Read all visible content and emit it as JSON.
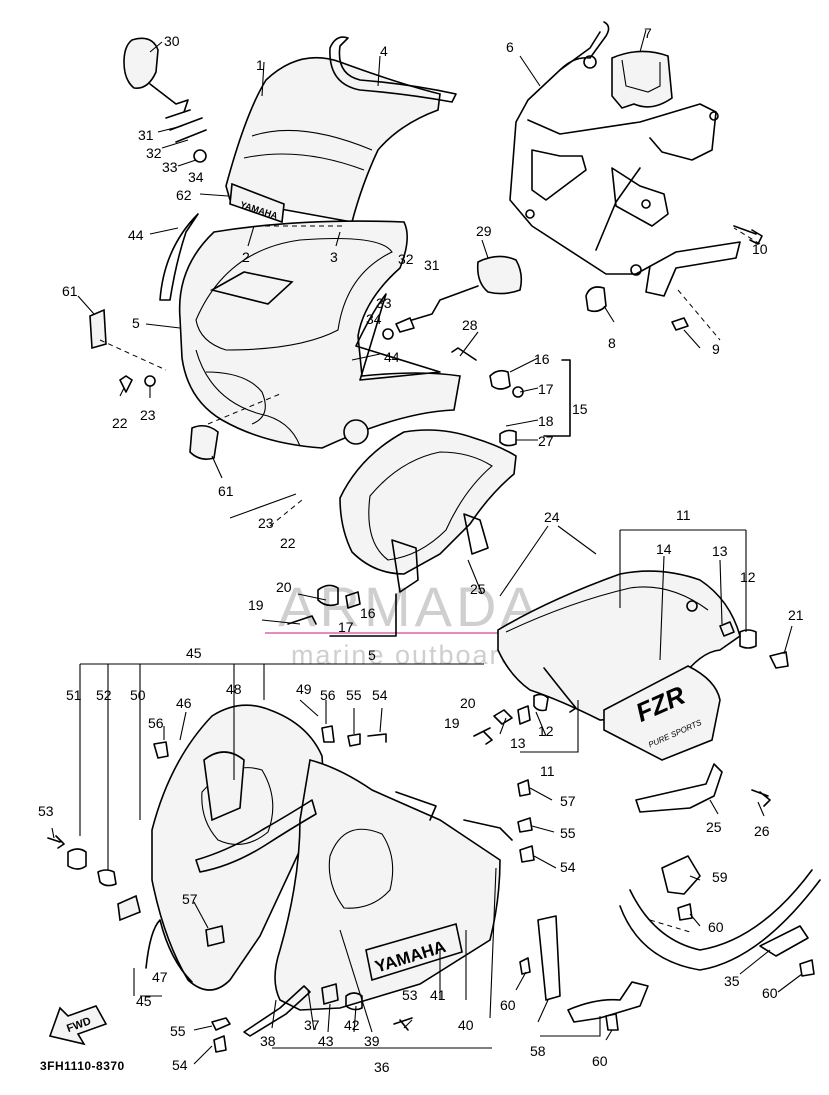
{
  "document_code": "3FH1110-8370",
  "watermark": {
    "brand": "ARMADA",
    "tagline": "marine outboards",
    "accent_color": "#e58bbf"
  },
  "fwd_arrow_text": "FWD",
  "branding_text": {
    "windscreen_badge": "YAMAHA",
    "side_panel_logo": "YAMAHA",
    "fzr_logo": "FZR",
    "fzr_tagline": "PURE SPORTS"
  },
  "labels": {
    "p1": "1",
    "p2": "2",
    "p3": "3",
    "p4": "4",
    "p5": "5",
    "p6": "6",
    "p7": "7",
    "p8": "8",
    "p9": "9",
    "p10": "10",
    "p11a": "11",
    "p11b": "11",
    "p12a": "12",
    "p12b": "12",
    "p13a": "13",
    "p13b": "13",
    "p14": "14",
    "p15": "15",
    "p16a": "16",
    "p16b": "16",
    "p17a": "17",
    "p17b": "17",
    "p18": "18",
    "p19a": "19",
    "p19b": "19",
    "p20a": "20",
    "p20b": "20",
    "p21": "21",
    "p22a": "22",
    "p22b": "22",
    "p23a": "23",
    "p23b": "23",
    "p24": "24",
    "p25a": "25",
    "p25b": "25",
    "p26": "26",
    "p27": "27",
    "p28": "28",
    "p29": "29",
    "p30": "30",
    "p31a": "31",
    "p31b": "31",
    "p32a": "32",
    "p32b": "32",
    "p33a": "33",
    "p33b": "33",
    "p34a": "34",
    "p34b": "34",
    "p35": "35",
    "p36": "36",
    "p37": "37",
    "p38": "38",
    "p39": "39",
    "p40": "40",
    "p41": "41",
    "p42": "42",
    "p43": "43",
    "p44a": "44",
    "p44b": "44",
    "p45a": "45",
    "p45b": "45",
    "p46": "46",
    "p47": "47",
    "p48": "48",
    "p49": "49",
    "p50": "50",
    "p51": "51",
    "p52": "52",
    "p53a": "53",
    "p53b": "53",
    "p54a": "54",
    "p54b": "54",
    "p54c": "54",
    "p55a": "55",
    "p55b": "55",
    "p55c": "55",
    "p56a": "56",
    "p56b": "56",
    "p57a": "57",
    "p57b": "57",
    "p58": "58",
    "p59": "59",
    "p60a": "60",
    "p60b": "60",
    "p60c": "60",
    "p60d": "60",
    "p61a": "61",
    "p61b": "61",
    "p62": "62",
    "p5b": "5"
  }
}
